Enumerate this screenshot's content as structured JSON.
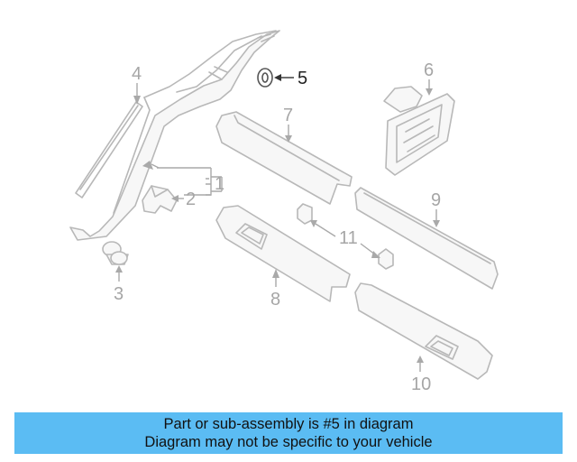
{
  "callouts": {
    "c1": "1",
    "c2": "2",
    "c3": "3",
    "c4": "4",
    "c5": "5",
    "c6": "6",
    "c7": "7",
    "c8": "8",
    "c9": "9",
    "c10": "10",
    "c11": "11"
  },
  "banner": {
    "line1": "Part or sub-assembly is #5 in diagram",
    "line2": "Diagram may not be specific to your vehicle"
  },
  "colors": {
    "banner_bg": "#5bbcf3",
    "part_stroke": "#b8b8b8",
    "highlight_text": "#222222"
  }
}
